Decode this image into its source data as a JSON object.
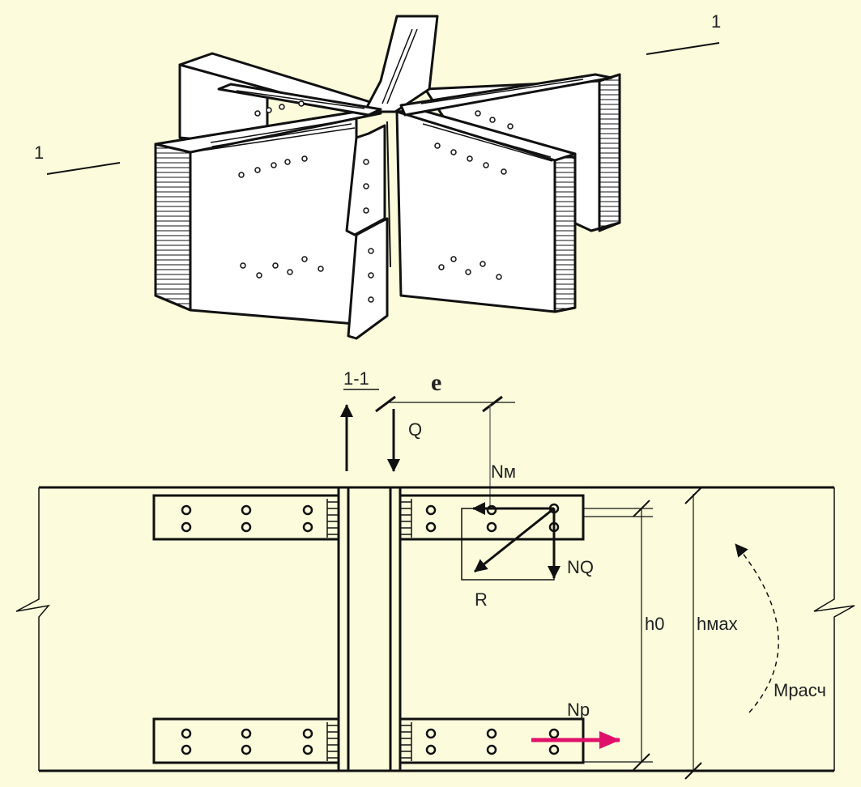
{
  "figure": {
    "cut_mark_left": "1",
    "cut_mark_right": "1",
    "section_label": "1-1",
    "eccentricity_label": "e",
    "shear_label": "Q",
    "moment_force_label": "Nм",
    "shear_force_label": "NQ",
    "resultant_label": "R",
    "effective_depth_label": "h0",
    "max_depth_label": "hмах",
    "design_moment_label": "Мрасч",
    "tension_force_label": "Np"
  },
  "colors": {
    "background": "#fcfcdc",
    "line": "#111111",
    "highlight_arrow": "#e0106a",
    "thin_line": "#555555"
  }
}
